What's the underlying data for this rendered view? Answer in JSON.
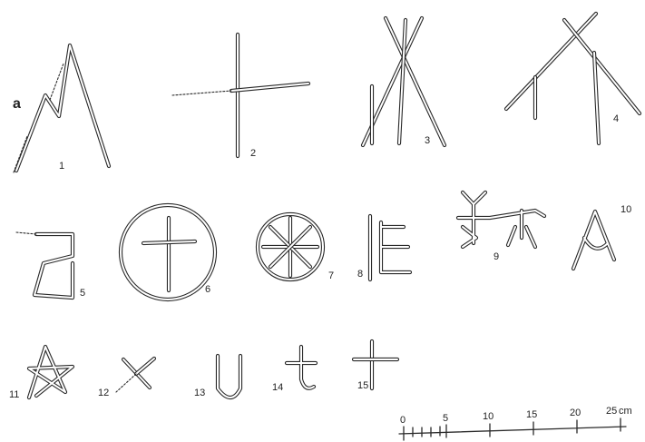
{
  "figure": {
    "panel_label": "a",
    "figure_numbers": [
      "1",
      "2",
      "3",
      "4",
      "5",
      "6",
      "7",
      "8",
      "9",
      "10",
      "11",
      "12",
      "13",
      "14",
      "15"
    ],
    "scale": {
      "ticks": [
        "0",
        "5",
        "10",
        "15",
        "20",
        "25"
      ],
      "unit": "cm"
    }
  }
}
